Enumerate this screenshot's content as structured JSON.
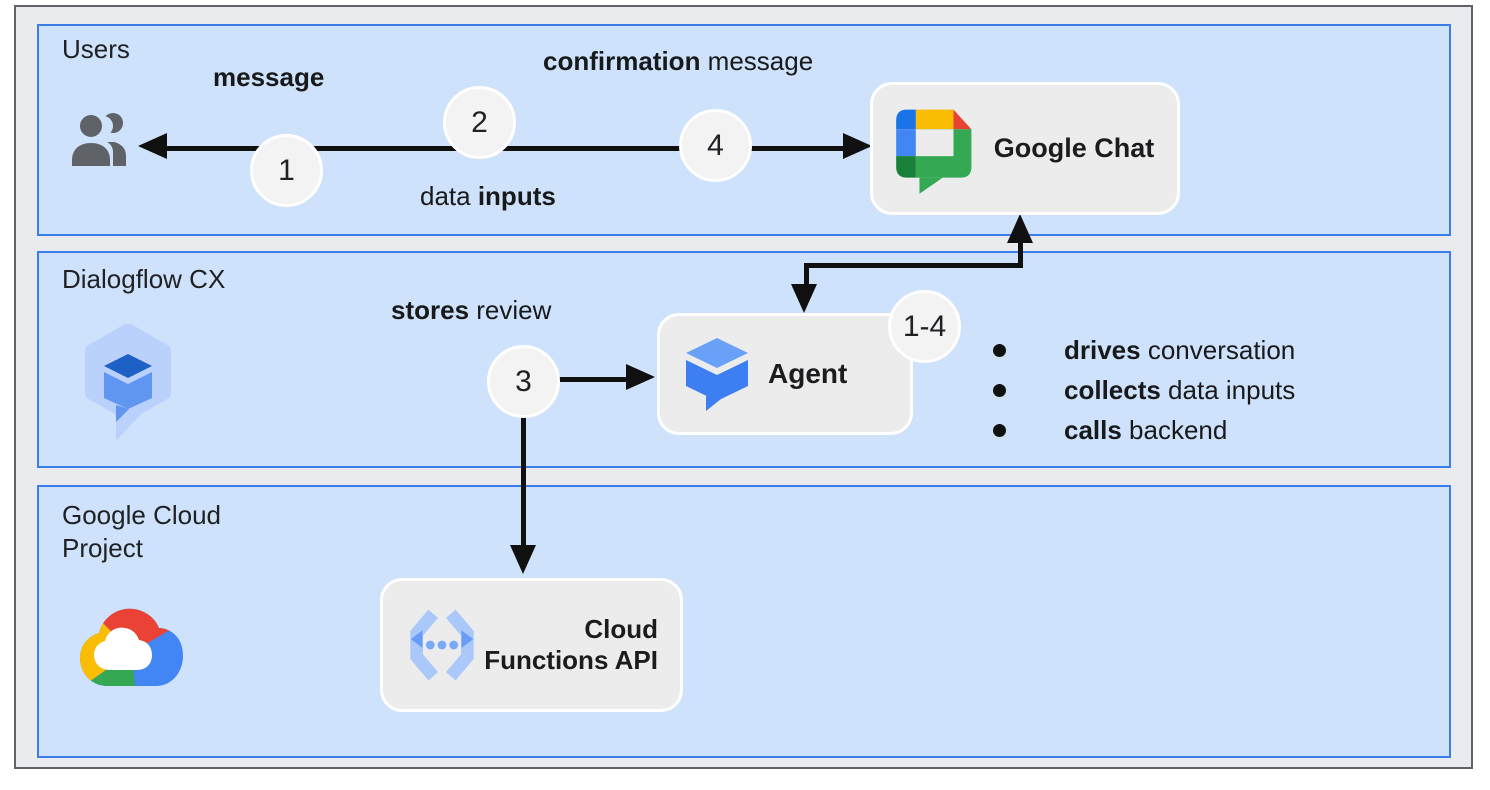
{
  "colors": {
    "lane_fill": "#cfe2fb",
    "lane_border": "#3b7de9",
    "panel_fill": "#eaebef",
    "panel_border": "#5f6368",
    "node_fill": "#ececec",
    "arrow": "#101010",
    "text": "#202124"
  },
  "lanes": [
    {
      "label": "Users"
    },
    {
      "label": "Dialogflow CX"
    },
    {
      "label": "Google Cloud Project"
    }
  ],
  "edges": {
    "message": {
      "bold": "message",
      "regular": ""
    },
    "confirmation": {
      "bold": "confirmation",
      "regular": " message"
    },
    "data_inputs": {
      "regular": "data ",
      "bold": "inputs"
    },
    "stores_review": {
      "bold": "stores",
      "regular": " review"
    }
  },
  "steps": {
    "one": "1",
    "two": "2",
    "three": "3",
    "four": "4",
    "range": "1-4"
  },
  "nodes": {
    "google_chat": {
      "label": "Google Chat"
    },
    "agent": {
      "label": "Agent"
    },
    "cloud_functions": {
      "label": "Cloud Functions API"
    }
  },
  "agent_bullets": [
    {
      "bold": "drives",
      "regular": " conversation"
    },
    {
      "bold": "collects",
      "regular": " data inputs"
    },
    {
      "bold": "calls",
      "regular": " backend"
    }
  ]
}
